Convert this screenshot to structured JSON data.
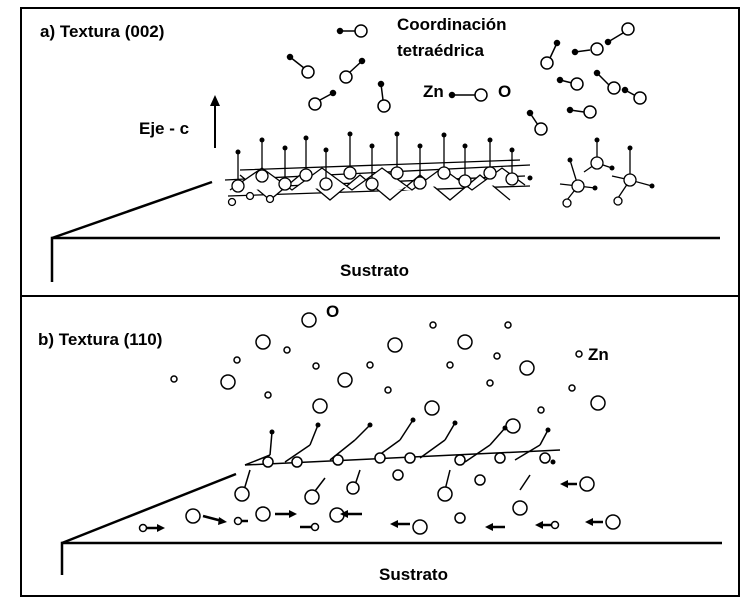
{
  "panel_a": {
    "title": "a) Textura  (002)",
    "coord_line1": "Coordinación",
    "coord_line2": "tetraédrica",
    "zn": "Zn",
    "o": "O",
    "axis": "Eje - c",
    "substrate": "Sustrato"
  },
  "panel_b": {
    "title": "b) Textura (110)",
    "o": "O",
    "zn": "Zn",
    "substrate": "Sustrato"
  }
}
